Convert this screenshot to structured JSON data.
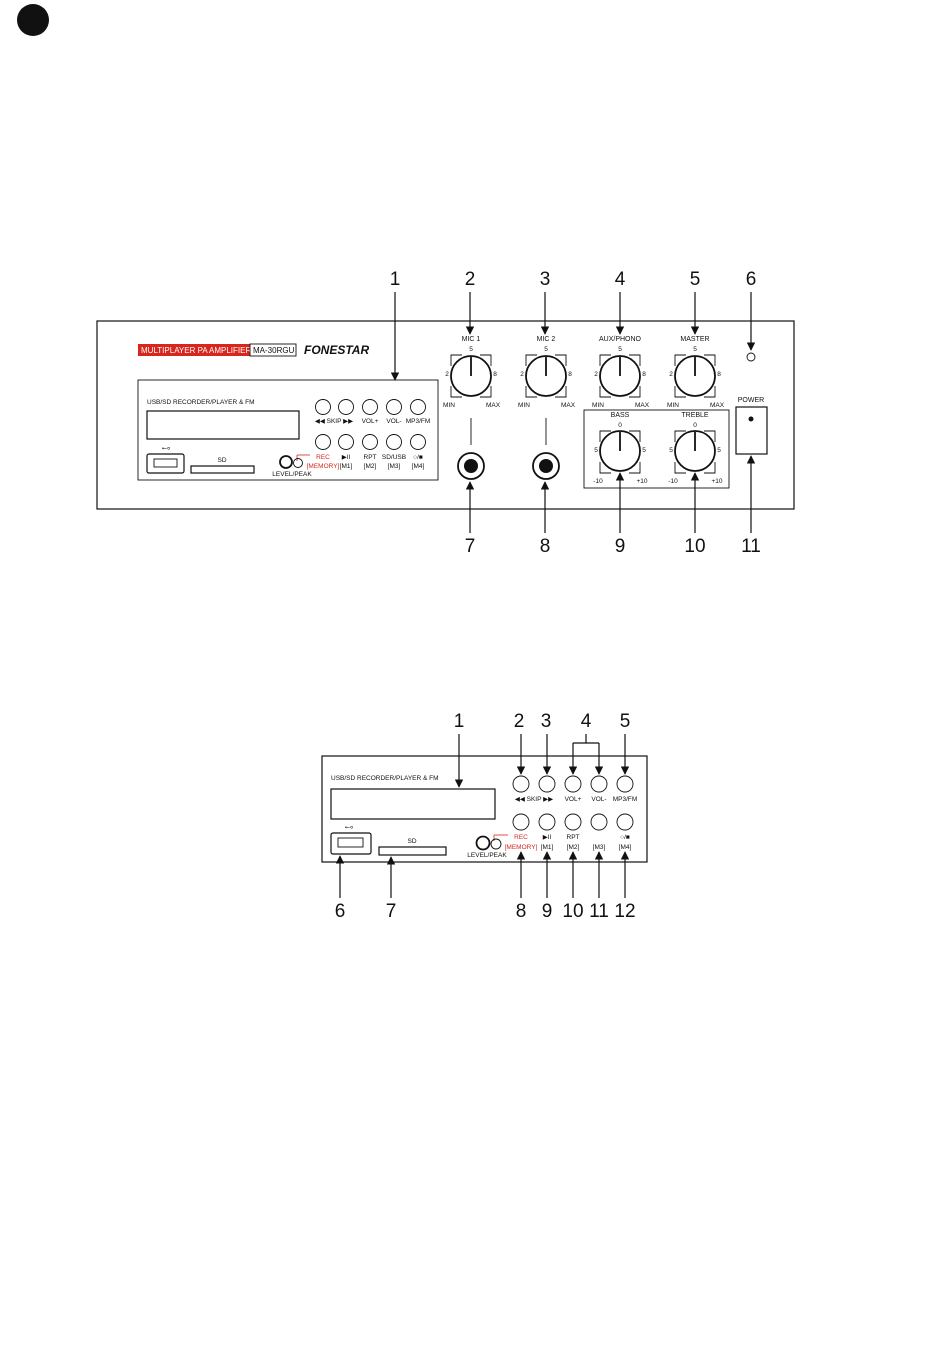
{
  "diagram1": {
    "callouts": [
      "1",
      "2",
      "3",
      "4",
      "5",
      "6",
      "7",
      "8",
      "9",
      "10",
      "11"
    ],
    "red_title": "MULTIPLAYER PA AMPLIFIER",
    "model": "MA-30RGU",
    "brand": "FONESTAR",
    "player_title": "USB/SD RECORDER/PLAYER & FM",
    "skip_label": "SKIP",
    "vol_plus": "VOL+",
    "vol_minus": "VOL-",
    "mp3fm": "MP3/FM",
    "rec": "REC",
    "memory": "[MEMORY]",
    "m1": "[M1]",
    "rpt": "RPT",
    "m2": "[M2]",
    "sdusb": "SD/USB",
    "m3": "[M3]",
    "m4": "[M4]",
    "sd": "SD",
    "levelpeak": "LEVEL/PEAK",
    "mic1": "MIC 1",
    "mic2": "MIC 2",
    "aux": "AUX/PHONO",
    "master": "MASTER",
    "bass": "BASS",
    "treble": "TREBLE",
    "power": "POWER",
    "knob_top": "5",
    "knob_left": "2",
    "knob_right": "8",
    "min": "MIN",
    "max": "MAX",
    "tone_top": "0",
    "tone_left": "5",
    "tone_right": "5",
    "tone_min": "-10",
    "tone_max": "+10"
  },
  "diagram2": {
    "callouts_top": [
      "1",
      "2",
      "3",
      "4",
      "5"
    ],
    "callouts_bottom": [
      "6",
      "7",
      "8",
      "9",
      "10",
      "11",
      "12"
    ],
    "player_title": "USB/SD RECORDER/PLAYER & FM",
    "skip_label": "SKIP",
    "vol_plus": "VOL+",
    "vol_minus": "VOL-",
    "mp3fm": "MP3/FM",
    "rec": "REC",
    "memory": "[MEMORY]",
    "m1": "[M1]",
    "rpt": "RPT",
    "m2": "[M2]",
    "m3": "[M3]",
    "m4": "[M4]",
    "sd": "SD",
    "levelpeak": "LEVEL/PEAK"
  },
  "colors": {
    "red": "#d7261e",
    "ink": "#111111"
  }
}
